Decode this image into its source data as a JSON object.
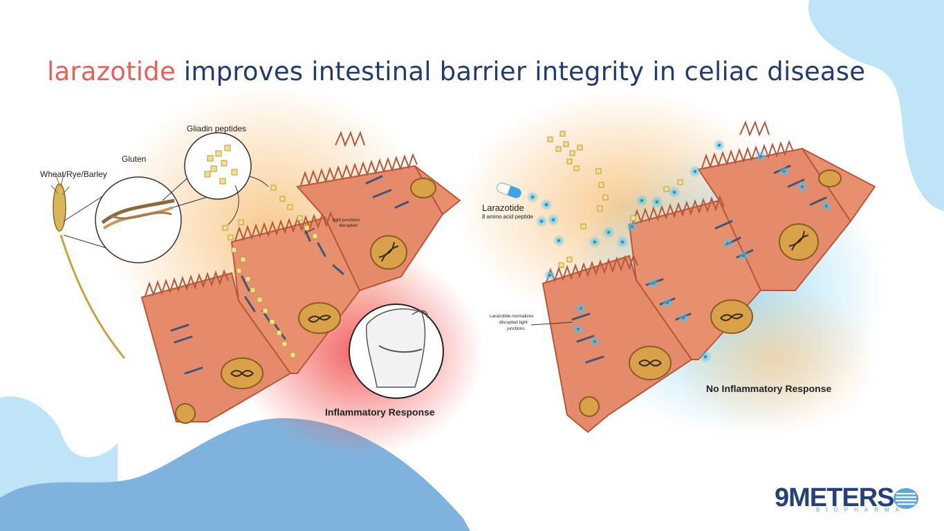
{
  "title": {
    "accent": "larazotide",
    "rest": " improves intestinal barrier integrity in celiac disease"
  },
  "left_panel": {
    "label_gliadin": "Gliadin peptides",
    "label_gluten": "Gluten",
    "label_wheat": "Wheat/Rye/Barley",
    "label_tight_1": "tight junctions",
    "label_tight_2": "disrupted",
    "label_inflammatory": "Inflammatory Response"
  },
  "right_panel": {
    "label_drug": "Larazotide",
    "label_drug_sub": "8 amino acid peptide",
    "label_normalizes_1": "Larazotide normalizes",
    "label_normalizes_2": "disrupted tight",
    "label_normalizes_3": "junctions",
    "label_no_inflammatory": "No Inflammatory Response"
  },
  "logo": {
    "word": "9METERS",
    "sub": "BIOPHARMA"
  },
  "colors": {
    "accent": "#e8605a",
    "title": "#243a73",
    "cell": "#e58a6a",
    "cell_dark": "#b8563a",
    "nucleus": "#d9a24a",
    "glow_orange": "#f8c88a",
    "glow_red": "#f25a5a",
    "glow_blue": "#8fd6f2",
    "peptide": "#f3df8e",
    "drug": "#4cc3ee",
    "blob_light": "#bfe3f7",
    "blob_mid": "#7fb3de"
  },
  "icons": [
    "wheat-icon",
    "dna-icon",
    "pill-icon",
    "person-pain-icon",
    "gut-icon"
  ]
}
